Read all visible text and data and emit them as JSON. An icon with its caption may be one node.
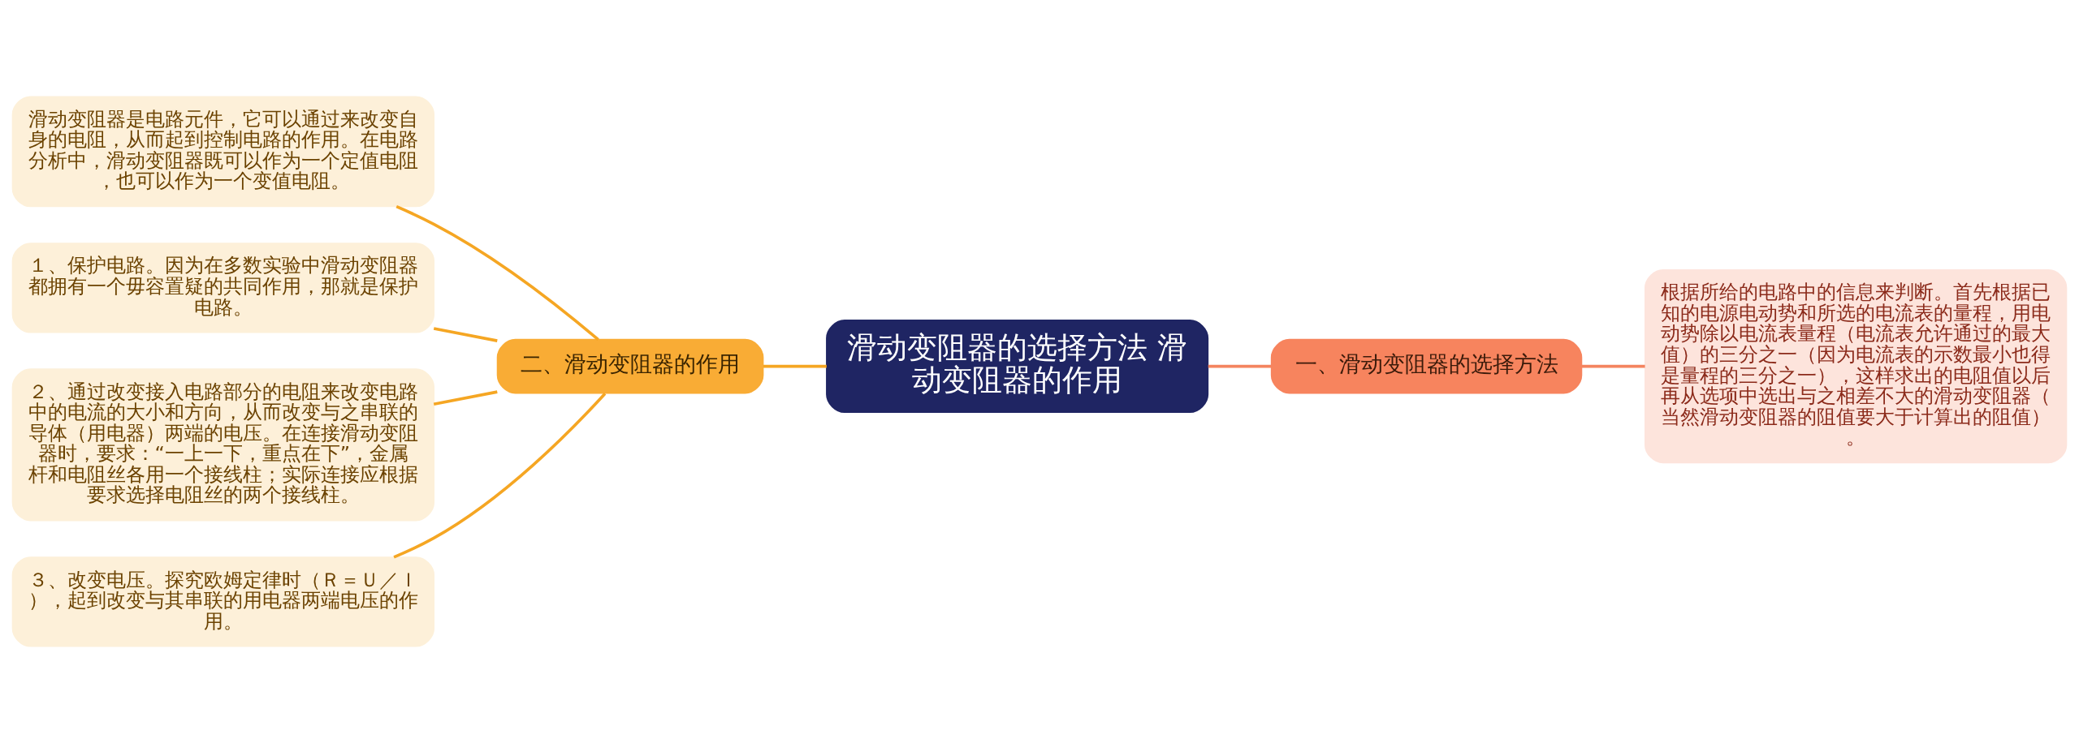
{
  "diagram": {
    "nodes": [
      {
        "text": [
          "滑动变阻器的选择方法 滑动变阻器的作用"
        ]
      },
      {
        "text": [
          "一、滑动变阻器的选择方法"
        ]
      },
      {
        "text": [
          "根据所给的电路中的信息来判断。首先根据已知的电源电动势和所选的电流表的量程，用电动势除以电流表量程（电流表允许通过的最大值）的三分之一（因为电流表的示数最小也得是量程的三分之一），这样求出的电阻值以后再从选项中选出与之相差不大的滑动变阻器（当然滑动变阻器的阻值要大于计算出的阻值）。"
        ]
      },
      {
        "text": [
          "二、滑动变阻器的作用"
        ]
      },
      {
        "text": [
          "滑动变阻器是电路元件，它可以通过来改变自身的电阻，从而起到控制电路的作用。在电路分析中，滑动变阻器既可以作为一个定值电阻，也可以作为一个变值电阻。"
        ]
      },
      {
        "text": [
          "１、保护电路。因为在多数实验中滑动变阻器都拥有一个毋容置疑的共同作用，那就是保护电路。"
        ]
      },
      {
        "text": [
          "２、通过改变接入电路部分的电阻来改变电路中的电流的大小和方向，从而改变与之串联的导体（用电器）两端的电压。在连接滑动变阻器时，要求：“一上一下，重点在下”，金属杆和电阻丝各用一个接线柱；实际连接应根据要求选择电阻丝的两个接线柱。"
        ]
      },
      {
        "text": [
          "３、改变电压。探究欧姆定律时（Ｒ＝Ｕ／Ｉ），起到改变与其串联的用电器两端电压的作用。"
        ]
      }
    ],
    "edges": [
      {
        "from": 0,
        "to": 1,
        "arrow": "none",
        "color": "#f4845f"
      },
      {
        "from": 1,
        "to": 2,
        "arrow": "none",
        "color": "#f4845f"
      },
      {
        "from": 0,
        "to": 3,
        "arrow": "none"
      },
      {
        "from": 3,
        "to": 4,
        "arrow": "none"
      },
      {
        "from": 3,
        "to": 5,
        "arrow": "none"
      },
      {
        "from": 3,
        "to": 6,
        "arrow": "none"
      },
      {
        "from": 3,
        "to": 7,
        "arrow": "none"
      }
    ]
  }
}
